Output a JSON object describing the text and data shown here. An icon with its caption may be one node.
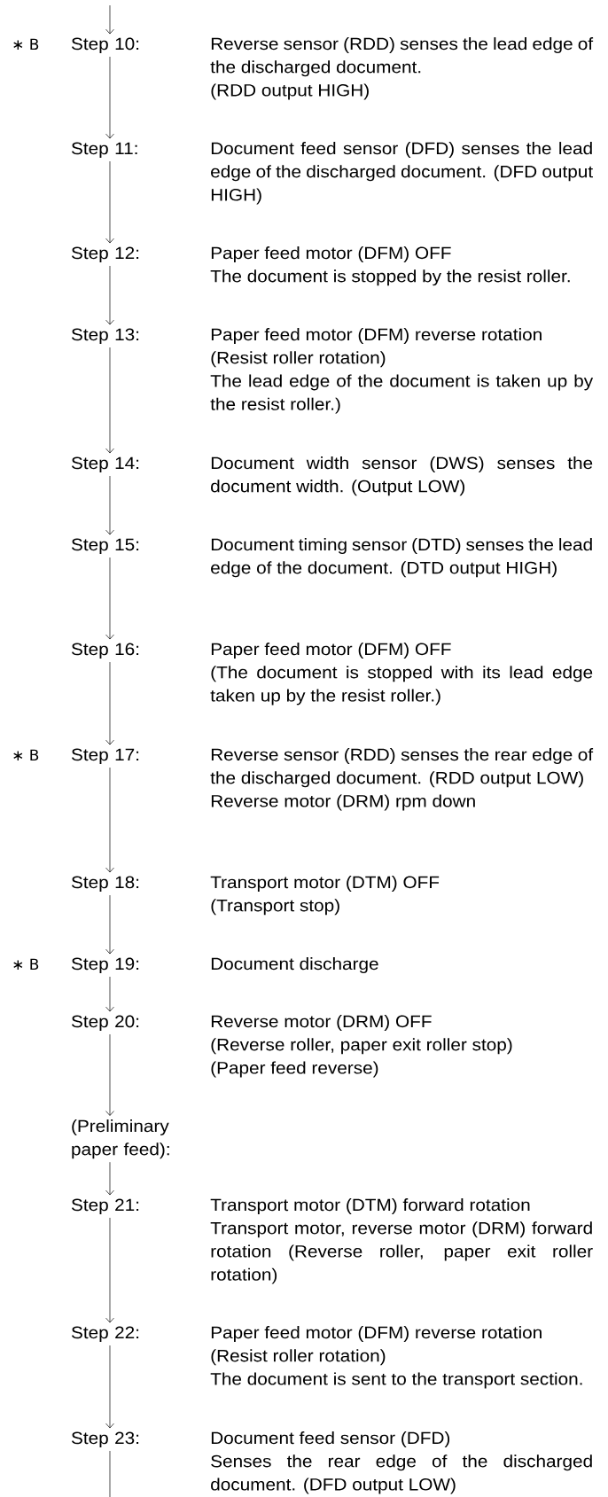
{
  "diagram": {
    "nodes": [
      {
        "text": [
          "Step 10:",
          "Reverse sensor (RDD) senses the lead edge of the discharged document.",
          "(RDD output HIGH)"
        ]
      },
      {
        "text": [
          "Step 11:",
          "Document feed sensor (DFD) senses the lead edge of the discharged document. (DFD output HIGH)"
        ]
      },
      {
        "text": [
          "Step 12:",
          "Paper feed motor (DFM) OFF",
          "The document is stopped by the resist roller."
        ]
      },
      {
        "text": [
          "Step 13:",
          "Paper feed motor (DFM) reverse rotation",
          "(Resist roller rotation)",
          "The lead edge of the document is taken up by the resist roller.)"
        ]
      },
      {
        "text": [
          "Step 14:",
          "Document width sensor (DWS) senses the document width. (Output LOW)"
        ]
      },
      {
        "text": [
          "Step 15:",
          "Document timing sensor (DTD) senses the lead edge of the document. (DTD output HIGH)"
        ]
      },
      {
        "text": [
          "Step 16:",
          "Paper feed motor (DFM) OFF",
          "(The document is stopped with its lead edge taken up by the resist roller.)"
        ]
      },
      {
        "text": [
          "Step 17:",
          "Reverse sensor (RDD) senses the rear edge of the discharged document. (RDD output LOW)",
          "Reverse motor (DRM) rpm down"
        ]
      },
      {
        "text": [
          "Step 18:",
          "Transport motor (DTM) OFF",
          "(Transport stop)"
        ]
      },
      {
        "text": [
          "Step 19:",
          "Document discharge"
        ]
      },
      {
        "text": [
          "Step 20:",
          "Reverse motor (DRM) OFF",
          "(Reverse roller, paper exit roller stop)",
          "(Paper feed reverse)"
        ]
      },
      {
        "text": [
          "(Preliminary paper feed):"
        ]
      },
      {
        "text": [
          "Step 21:",
          "Transport motor (DTM) forward rotation",
          "Transport motor, reverse motor (DRM) forward rotation (Reverse roller, paper exit roller rotation)"
        ]
      },
      {
        "text": [
          "Step 22:",
          "Paper feed motor (DFM) reverse rotation",
          "(Resist roller rotation)",
          "The document is sent to the transport section."
        ]
      },
      {
        "text": [
          "Step 23:",
          "Document feed sensor (DFD)",
          "Senses the rear edge of the discharged document. (DFD output LOW)"
        ]
      }
    ],
    "edges": [
      {
        "from": null,
        "to": 0,
        "arrow": "to"
      },
      {
        "from": 0,
        "to": 1,
        "arrow": "to"
      },
      {
        "from": 1,
        "to": 2,
        "arrow": "to"
      },
      {
        "from": 2,
        "to": 3,
        "arrow": "to"
      },
      {
        "from": 3,
        "to": 4,
        "arrow": "to"
      },
      {
        "from": 4,
        "to": 5,
        "arrow": "to"
      },
      {
        "from": 5,
        "to": 6,
        "arrow": "to"
      },
      {
        "from": 6,
        "to": 7,
        "arrow": "to"
      },
      {
        "from": 7,
        "to": 8,
        "arrow": "to"
      },
      {
        "from": 8,
        "to": 9,
        "arrow": "to"
      },
      {
        "from": 9,
        "to": 10,
        "arrow": "to"
      },
      {
        "from": 10,
        "to": 11,
        "arrow": "to"
      },
      {
        "from": 11,
        "to": 12,
        "arrow": "to"
      },
      {
        "from": 12,
        "to": 13,
        "arrow": "to"
      },
      {
        "from": 13,
        "to": 14,
        "arrow": "to"
      },
      {
        "from": 14,
        "to": null,
        "arrow": "none"
      }
    ],
    "labels": [
      "∗ B",
      "∗ B",
      "∗ B"
    ]
  }
}
